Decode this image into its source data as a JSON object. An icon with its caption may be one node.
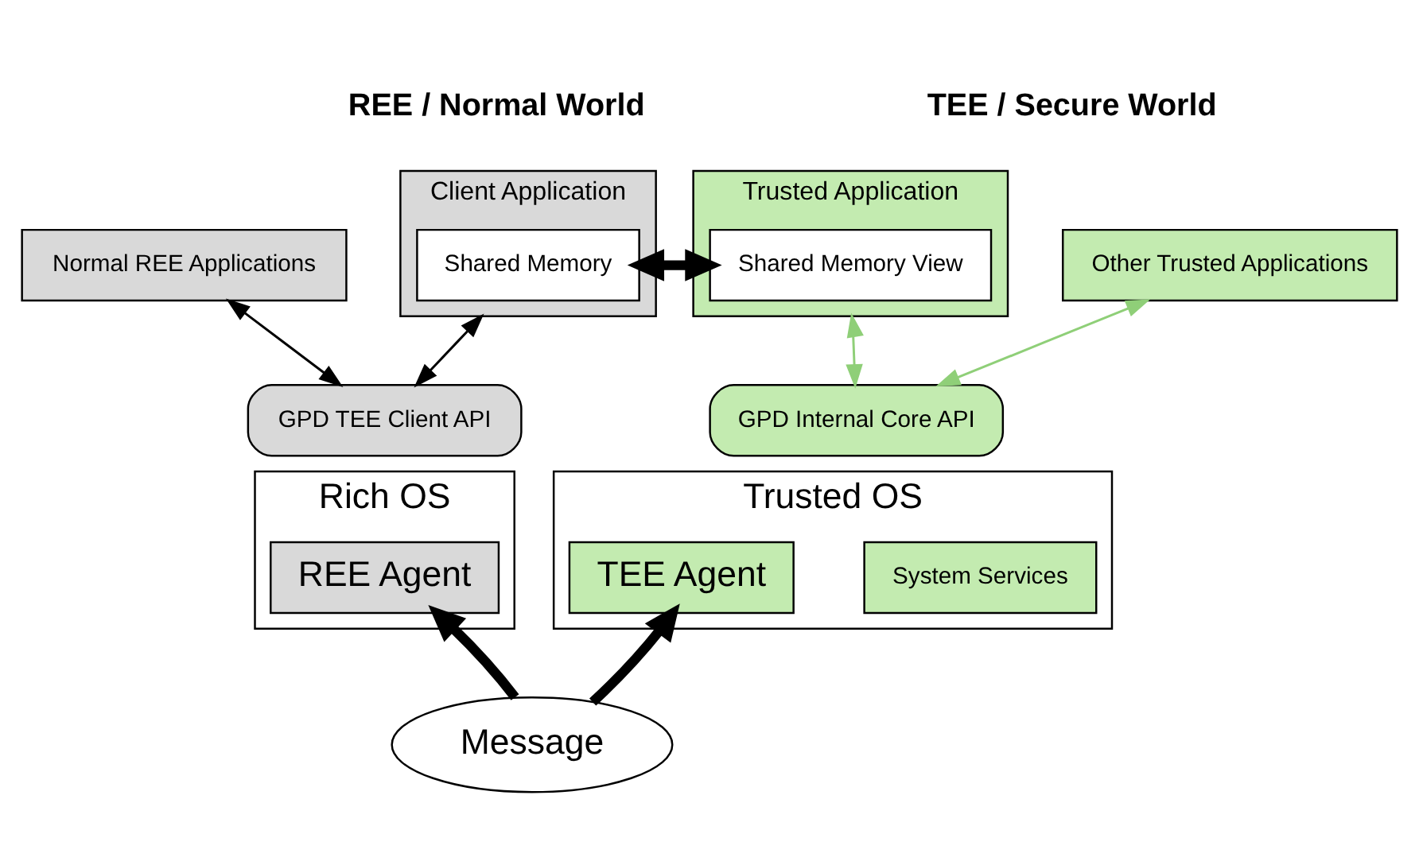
{
  "diagram": {
    "nodes": [
      {
        "text": [
          "Normal REE Applications"
        ]
      },
      {
        "text": [
          "Client Application"
        ]
      },
      {
        "text": [
          "Shared Memory"
        ],
        "in": 1
      },
      {
        "text": [
          "Trusted Application"
        ]
      },
      {
        "text": [
          "Shared Memory View"
        ],
        "in": 3
      },
      {
        "text": [
          "Other Trusted Applications"
        ]
      },
      {
        "text": [
          "GPD TEE Client API"
        ]
      },
      {
        "text": [
          "GPD Internal Core API"
        ]
      },
      {
        "text": [
          "Rich OS"
        ]
      },
      {
        "text": [
          "REE Agent"
        ],
        "in": 8
      },
      {
        "text": [
          "Trusted OS"
        ]
      },
      {
        "text": [
          "TEE Agent"
        ],
        "in": 10
      },
      {
        "text": [
          "System Services"
        ],
        "in": 10
      },
      {
        "text": [
          "Message"
        ]
      }
    ],
    "edges": [
      {
        "from": 2,
        "to": 4,
        "arrow": "both",
        "style": "thick"
      },
      {
        "from": 0,
        "to": 6,
        "arrow": "both"
      },
      {
        "from": 1,
        "to": 6,
        "arrow": "both"
      },
      {
        "from": 3,
        "to": 7,
        "arrow": "both",
        "color": "#8fcf78"
      },
      {
        "from": 5,
        "to": 7,
        "arrow": "both",
        "color": "#8fcf78"
      },
      {
        "from": 13,
        "to": 9,
        "arrow": "to",
        "style": "thick"
      },
      {
        "from": 13,
        "to": 11,
        "arrow": "to",
        "style": "thick"
      }
    ],
    "labels": [
      "REE / Normal World",
      "TEE / Secure World"
    ]
  }
}
